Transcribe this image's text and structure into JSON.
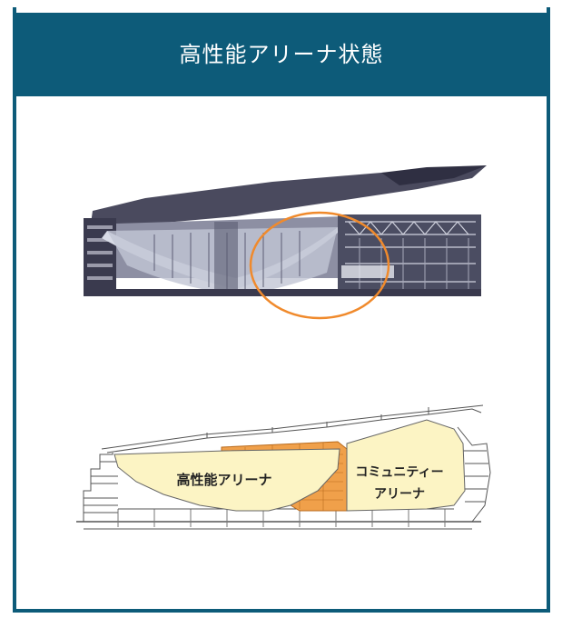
{
  "header": {
    "title": "高性能アリーナ状態"
  },
  "lower_diagram": {
    "arena_label": "高性能アリーナ",
    "community_label_line1": "コミュニティー",
    "community_label_line2": "アリーナ"
  },
  "colors": {
    "header_bg": "#0d5b79",
    "header_top_line": "#5ea9c7",
    "highlight_circle": "#f08a2c",
    "zone_fill": "#fcf4c4",
    "seating_orange": "#f0a04a"
  }
}
